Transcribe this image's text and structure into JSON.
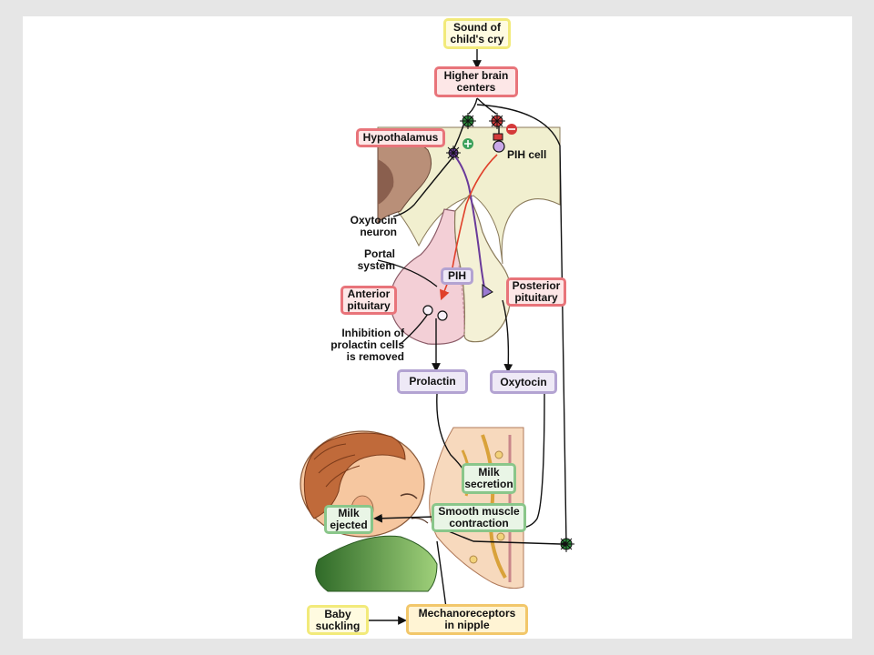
{
  "boxes": {
    "sound": "Sound of\nchild's cry",
    "brain": "Higher brain\ncenters",
    "hypothalamus": "Hypothalamus",
    "pih_cell": "PIH cell",
    "pih": "PIH",
    "anterior": "Anterior\npituitary",
    "posterior": "Posterior\npituitary",
    "prolactin": "Prolactin",
    "oxytocin": "Oxytocin",
    "milk_secretion": "Milk\nsecretion",
    "smooth_muscle": "Smooth muscle\ncontraction",
    "milk_ejected": "Milk\nejected",
    "baby_suckling": "Baby\nsuckling",
    "mechanoreceptors": "Mechanoreceptors\nin nipple"
  },
  "labels": {
    "oxytocin_neuron": "Oxytocin\nneuron",
    "portal_system": "Portal\nsystem",
    "inhibition": "Inhibition of\nprolactin cells\nis removed"
  },
  "colors": {
    "yellow_border": "#f2ea7a",
    "red_border": "#e8747a",
    "purple_border": "#b3a3d2",
    "green_border": "#8ac68a",
    "orange_border": "#f2c76a",
    "inhibitory_pathway": "#e0402a",
    "oxytocin_neuron_axon": "#6a3a9a",
    "skin": "#f6c7a0",
    "hair": "#c06a3a",
    "clothing": "#4a8a3a"
  },
  "icons": [
    "excitatory-synapse-icon",
    "inhibitory-synapse-icon",
    "plus-sign-icon",
    "minus-sign-icon",
    "arrow-icon"
  ]
}
